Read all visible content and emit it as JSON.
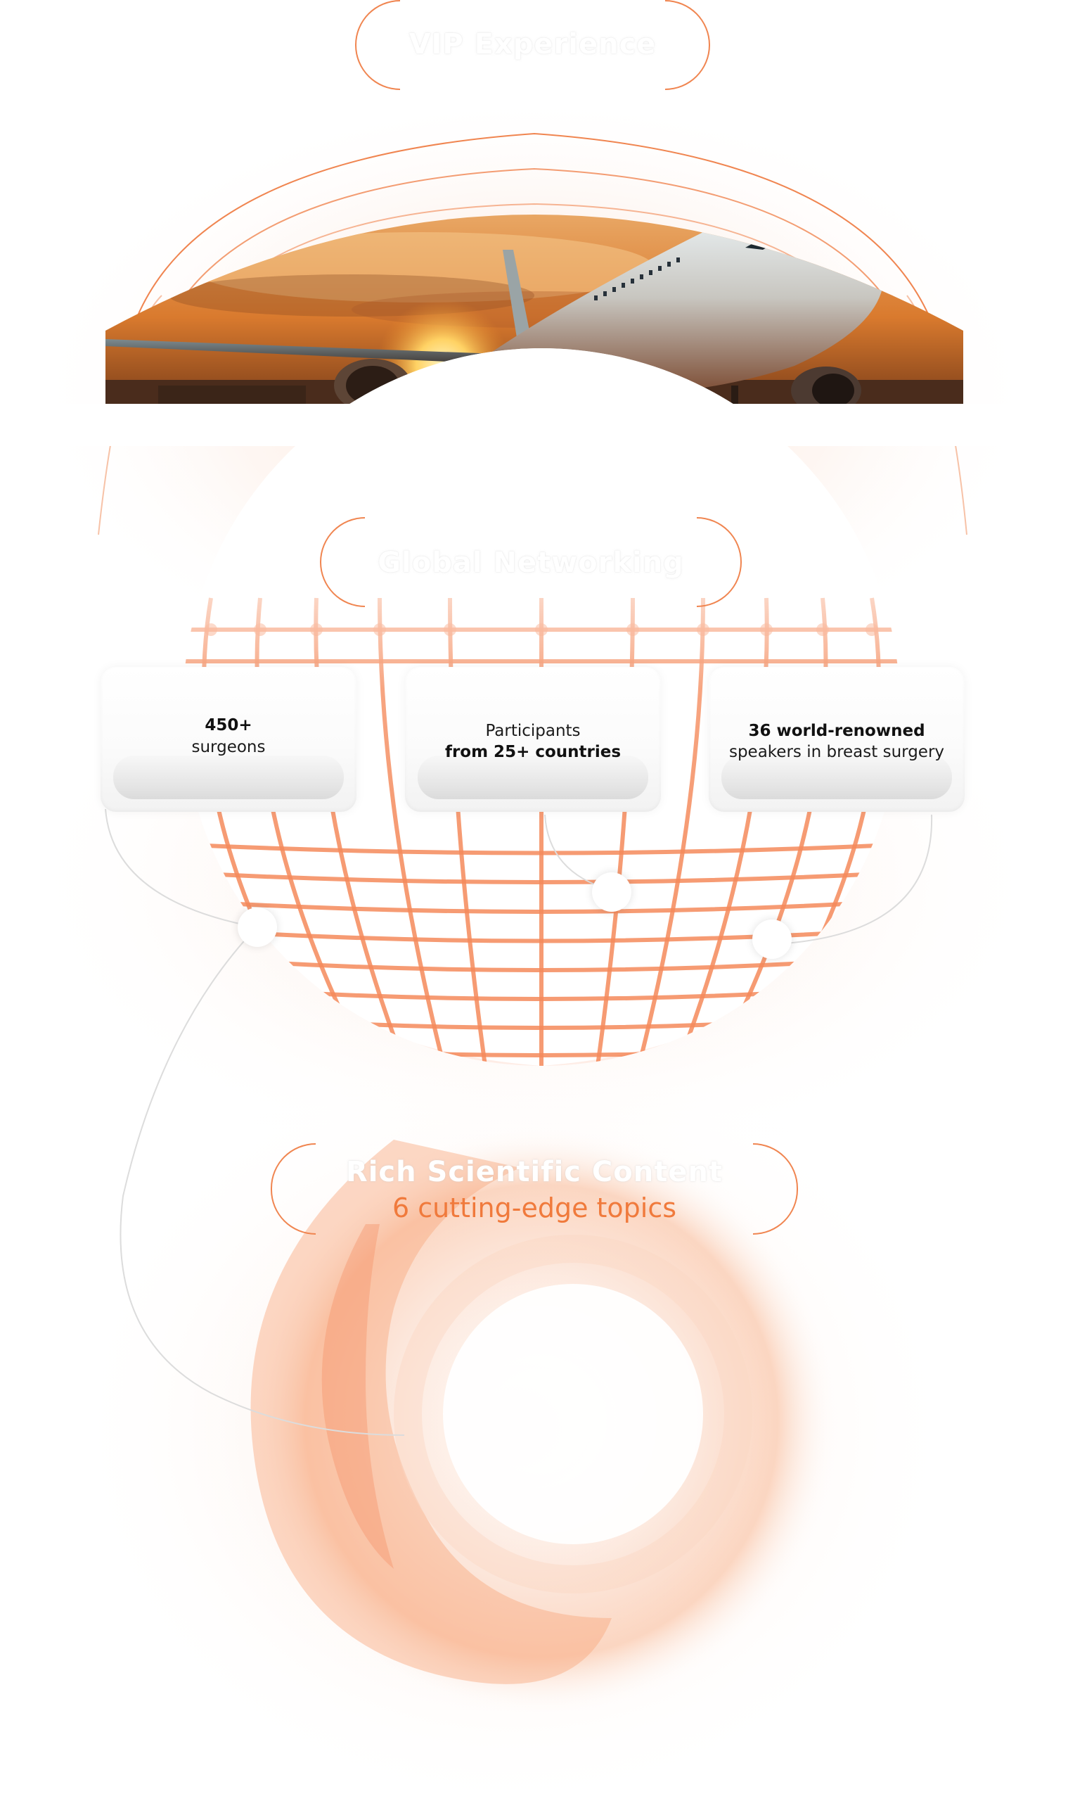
{
  "sections": {
    "vip": {
      "heading": "VIP Experience"
    },
    "networking": {
      "heading": "Global Networking",
      "cards": [
        {
          "line1": "450+",
          "line2": "surgeons"
        },
        {
          "line1": "Participants",
          "line2": "from 25+ countries"
        },
        {
          "line1": "36 world-renowned",
          "line2": "speakers in breast surgery"
        }
      ]
    },
    "science": {
      "heading": "Rich Scientific Content",
      "subheading": "6 cutting-edge topics"
    }
  },
  "colors": {
    "accent": "#f07a3c",
    "bracket": "#f08550",
    "grid": "#f5895a",
    "card_bg": "#ffffff",
    "text_dark": "#111111"
  },
  "icons": {
    "plane_image": "airplane-at-sunset-image",
    "globe_graphic": "wireframe-globe-graphic",
    "swirl_graphic": "orange-swirl-graphic"
  }
}
